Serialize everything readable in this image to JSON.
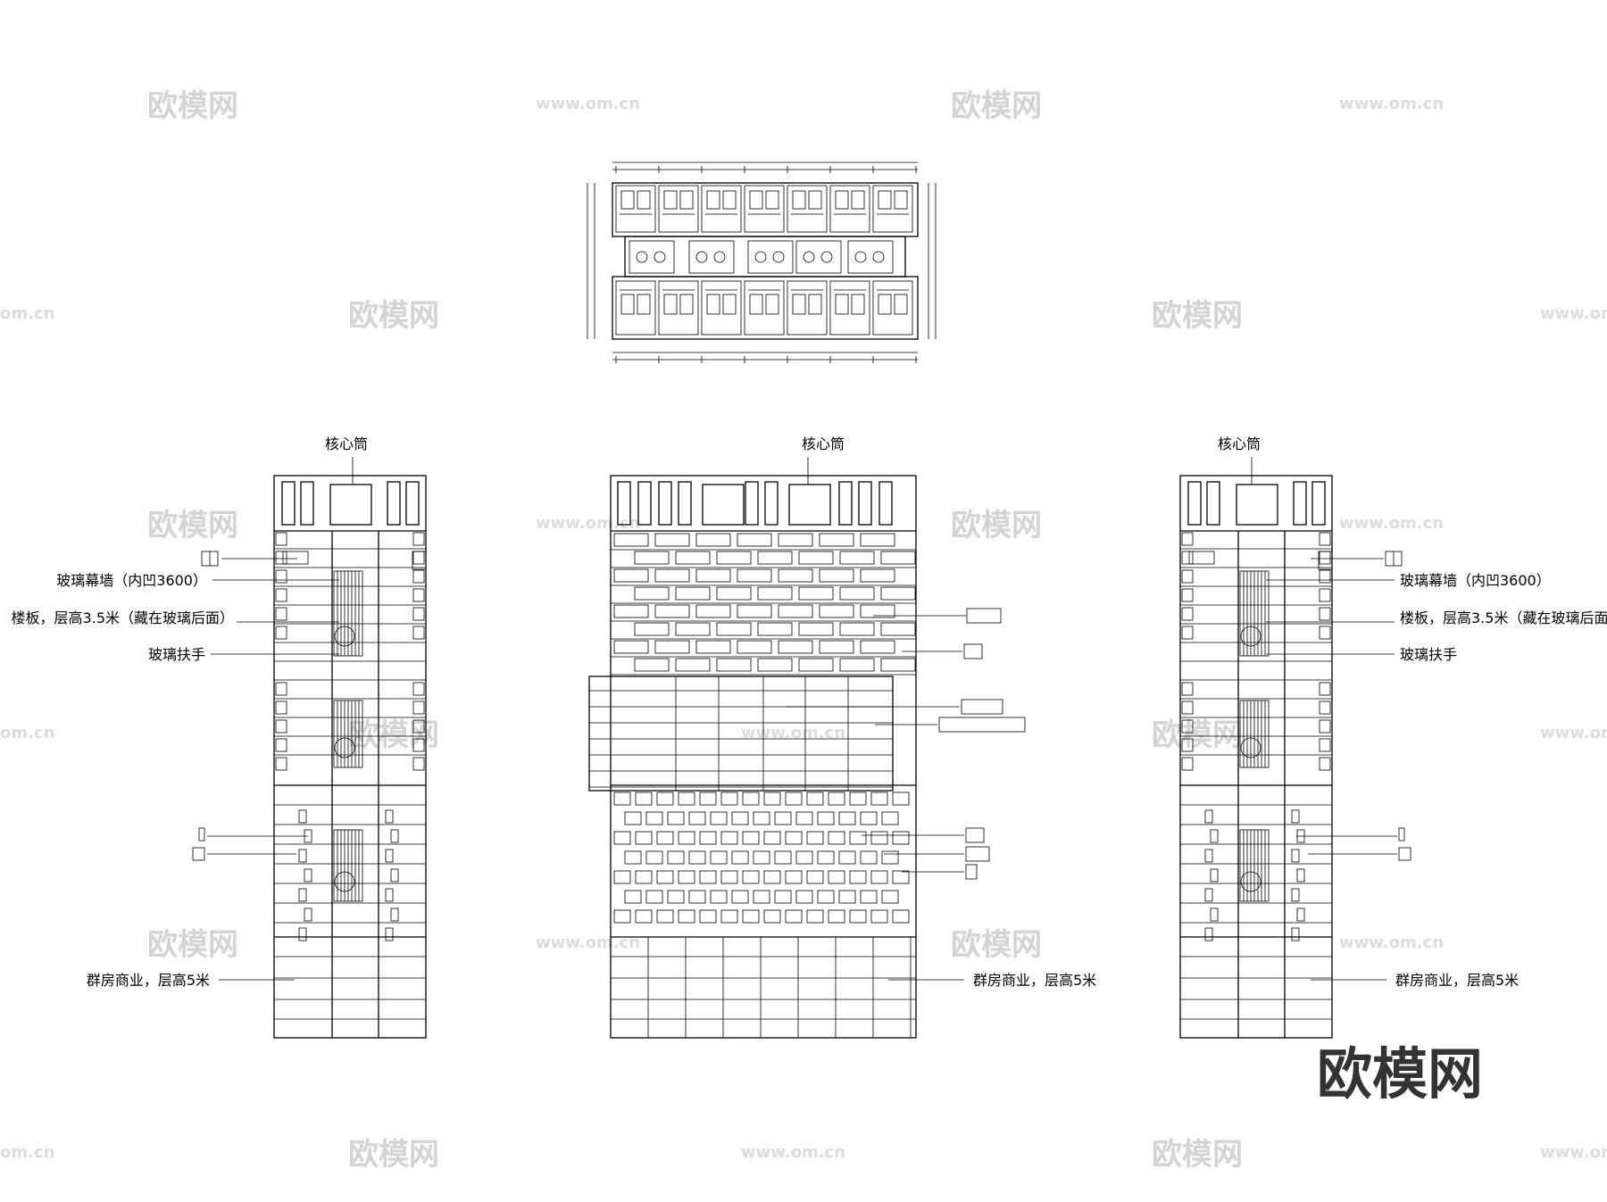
{
  "labels": {
    "core_tube": "核心筒",
    "glass_curtain_wall": "玻璃幕墙（内凹3600）",
    "floor_slab": "楼板，层高3.5米（藏在玻璃后面）",
    "glass_handrail": "玻璃扶手",
    "podium_commercial": "群房商业，层高5米"
  },
  "watermark": {
    "brand": "欧模网",
    "url": "www.om.cn",
    "url_short": "om.cn"
  },
  "colors": {
    "line": "#000000",
    "watermark": "#d4d4d4",
    "logo": "#333333"
  }
}
